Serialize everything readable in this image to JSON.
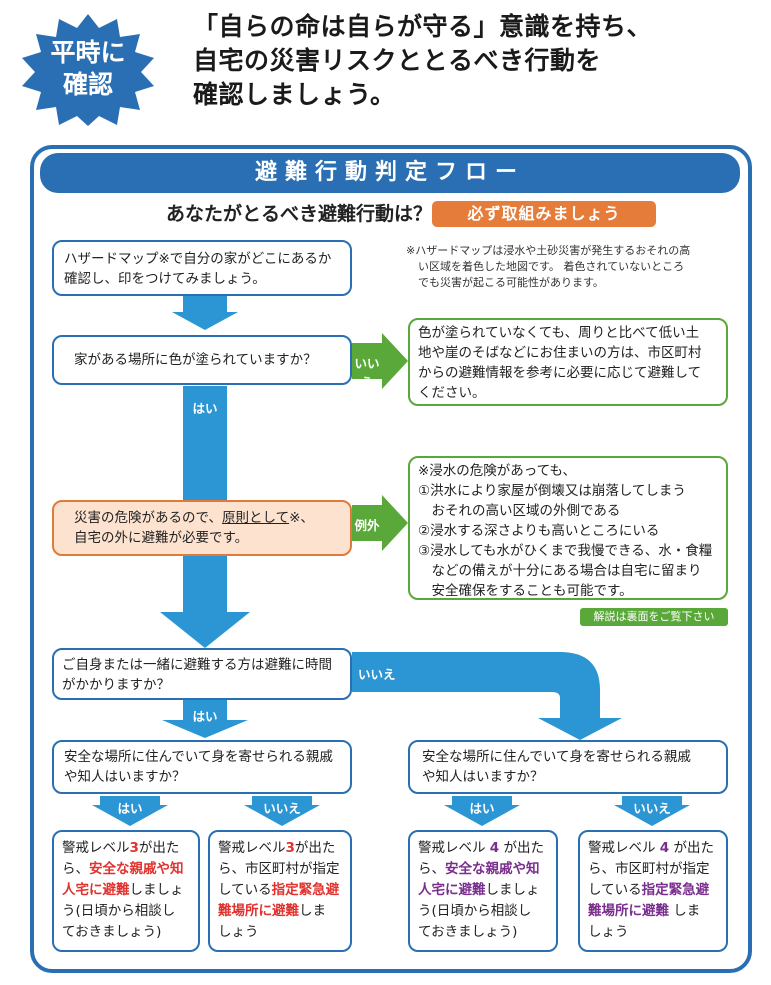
{
  "header": {
    "badge_line1": "平時に",
    "badge_line2": "確認",
    "headline": [
      "「自らの命は自らが守る」意識を持ち、",
      "自宅の災害リスクととるべき行動を",
      "確認しましょう。"
    ]
  },
  "flow": {
    "title": "避難行動判定フロー",
    "question": "あなたがとるべき避難行動は？",
    "must_badge": "必ず取組みましょう",
    "step1": [
      "ハザードマップ※で自分の家がどこにあるか",
      "確認し、印をつけてみましょう。"
    ],
    "note": [
      "※ハザードマップは浸水や土砂災害が発生するおそれの高",
      "い区域を着色した地図です。 着色されていないところ",
      "でも災害が起こる可能性があります。"
    ],
    "step2": "家がある場所に色が塗られていますか？",
    "no_label": "いいえ",
    "yes_label": "はい",
    "step2_no": [
      "色が塗られていなくても、周りと比べて低い土",
      "地や崖のそばなどにお住まいの方は、市区町村",
      "からの避難情報を参考に必要に応じて避難して",
      "ください。"
    ],
    "step3_a": "災害の危険があるので、",
    "step3_b": "原則として",
    "step3_c": "※、",
    "step3_line2": "自宅の外に避難が必要です。",
    "exception_label": "例外",
    "exception": [
      "※浸水の危険があっても、",
      "①洪水により家屋が倒壊又は崩落してしまう",
      "　おそれの高い区域の外側である",
      "②浸水する深さよりも高いところにいる",
      "③浸水しても水がひくまで我慢できる、水・食糧",
      "　などの備えが十分にある場合は自宅に留まり",
      "　安全確保をすることも可能です。"
    ],
    "explain_badge": "解説は裏面をご覧下さい",
    "step4": [
      "ご自身または一緒に避難する方は避難に時間",
      "がかかりますか？"
    ],
    "step5": [
      "安全な場所に住んでいて身を寄せられる親戚",
      "や知人はいますか？"
    ],
    "result_l3_yes": {
      "l1a": "警戒レベル",
      "l1b": "3",
      "l1c": "が出た",
      "l2a": "ら、",
      "l2b": "安全な親戚や知",
      "l3a": "人宅に避難",
      "l3b": "しましょ",
      "l4": "う(日頃から相談し",
      "l5": "ておきましょう)"
    },
    "result_l3_no": {
      "l1a": "警戒レベル",
      "l1b": "3",
      "l1c": "が出た",
      "l2": "ら、市区町村が指定",
      "l3a": "している",
      "l3b": "指定緊急避",
      "l4a": "難場所に避難",
      "l4b": "しま",
      "l5": "しょう"
    },
    "result_l4_yes": {
      "l1a": "警戒レベル ",
      "l1b": "4",
      "l1c": " が出た",
      "l2a": "ら、",
      "l2b": "安全な親戚や知",
      "l3a": "人宅に避難",
      "l3b": "しましょ",
      "l4": "う(日頃から相談し",
      "l5": "ておきましょう)"
    },
    "result_l4_no": {
      "l1a": "警戒レベル ",
      "l1b": "4",
      "l1c": " が出た",
      "l2": "ら、市区町村が指定",
      "l3a": "している",
      "l3b": "指定緊急避",
      "l4a": "難場所に避難",
      "l4b": " しま",
      "l5": "しょう"
    }
  },
  "colors": {
    "blue": "#2a6fb3",
    "arrow_blue": "#2b96d3",
    "green": "#5aa83a",
    "orange": "#e57c3a",
    "red": "#e0322e",
    "purple": "#7a2e8e"
  }
}
